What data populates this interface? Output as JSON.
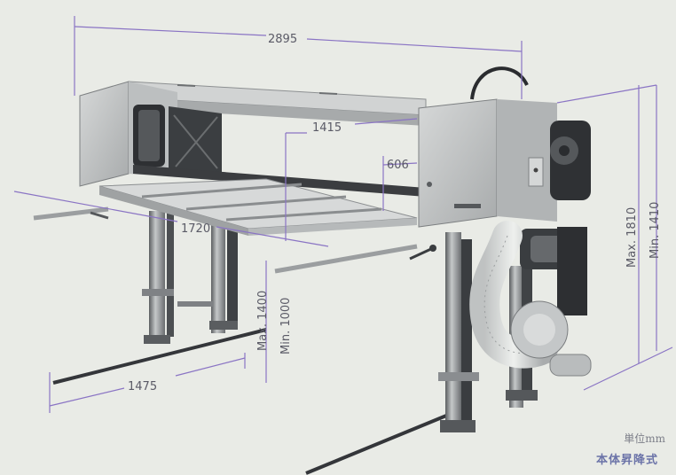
{
  "dimensions": {
    "overall_length": "2895",
    "span_top": "1415",
    "table_width": "606",
    "table_length": "1720",
    "base_length": "1475",
    "height_max": "Max. 1810",
    "height_min": "Min. 1410",
    "table_height_max": "Max. 1400",
    "table_height_min": "Min. 1000"
  },
  "labels": {
    "unit": "単位mm",
    "type": "本体昇降式"
  },
  "colors": {
    "background": "#e9ebe6",
    "dimension_line": "#8a74c4",
    "machine_body": "#c9ccce",
    "machine_dark": "#2e3033"
  }
}
